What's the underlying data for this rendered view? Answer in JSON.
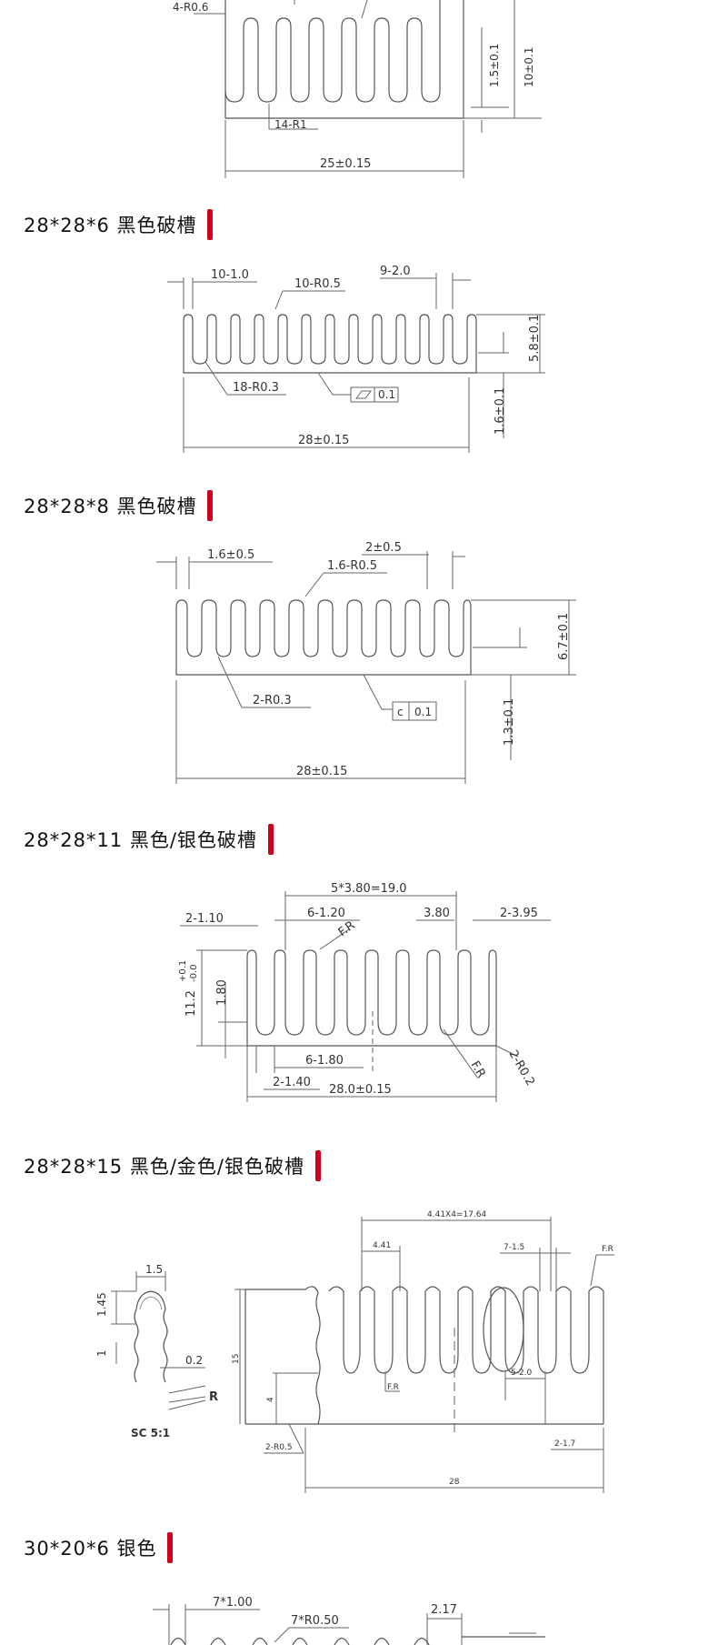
{
  "sections": [
    {
      "title": "28*28*6 黑色破槽"
    },
    {
      "title": "28*28*8 黑色破槽"
    },
    {
      "title": "28*28*11 黑色/银色破槽"
    },
    {
      "title": "28*28*15 黑色/金色/银色破槽"
    },
    {
      "title": "30*20*6 银色"
    }
  ],
  "accent_color": "#d0021b",
  "drawings": {
    "d0": {
      "r06": "4-R0.6",
      "h1": "1.5±0.1",
      "h2": "10±0.1",
      "r1": "14-R1",
      "w": "25±0.15"
    },
    "d1": {
      "fin": "10-1.0",
      "rad": "10-R0.5",
      "pitch": "9-2.0",
      "root": "18-R0.3",
      "flat": "0.1",
      "base": "1.6±0.1",
      "height": "5.8±0.1",
      "width": "28±0.15"
    },
    "d2": {
      "fin": "1.6±0.5",
      "pitch": "2±0.5",
      "rad": "1.6-R0.5",
      "root": "2-R0.3",
      "flat_sym": "c",
      "flat": "0.1",
      "height": "6.7±0.1",
      "base": "1.3±0.1",
      "width": "28±0.15"
    },
    "d3": {
      "span": "5*3.80=19.0",
      "left": "2-1.10",
      "fin": "6-1.20",
      "pitch": "3.80",
      "right": "2-3.95",
      "fr": "F.R",
      "tol": "+0.1\n-0.0",
      "h": "11.2",
      "h_tol": "11.2₋₀.₀⁺⁰·¹",
      "root": "1.80",
      "fr2": "F.R",
      "r02": "2-R0.2",
      "gap": "6-1.80",
      "edge": "2-1.40",
      "width": "28.0±0.15"
    },
    "d4": {
      "detail_w": "1.5",
      "detail_h1": "1.45",
      "detail_h2": "1",
      "detail_t": "0.2",
      "detail_r": "R",
      "scale": "SC 5:1",
      "span": "4.41X4=17.64",
      "pitch": "4.41",
      "fin": "7-1.5",
      "fr": "F.R",
      "height": "15",
      "base": "4",
      "fr2": "F.R",
      "gap": "5-2.0",
      "r05": "2-R0.5",
      "edge": "2-1.7",
      "width": "28"
    },
    "d5": {
      "fin": "7*1.00",
      "rad": "7*R0.50",
      "pitch": "2.17"
    }
  }
}
